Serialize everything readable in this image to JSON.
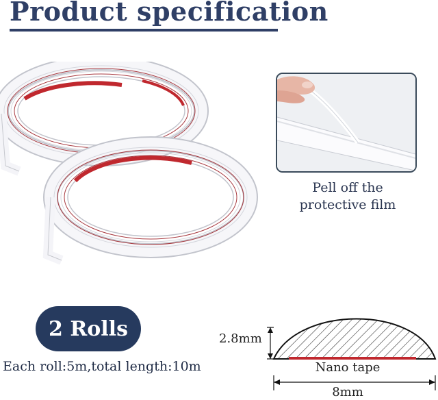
{
  "header": {
    "title": "Product specification"
  },
  "film": {
    "caption_line1": "Pell off the",
    "caption_line2": "protective film"
  },
  "rolls": {
    "badge": "2 Rolls",
    "length": "Each roll:5m,total length:10m"
  },
  "profile": {
    "thickness": "2.8mm",
    "tape": "Nano tape",
    "width": "8mm"
  },
  "colors": {
    "title": "#2f3f66",
    "badge_bg": "#263a5e",
    "tape_red": "#c0282e",
    "strip_white": "#f4f4f8"
  }
}
